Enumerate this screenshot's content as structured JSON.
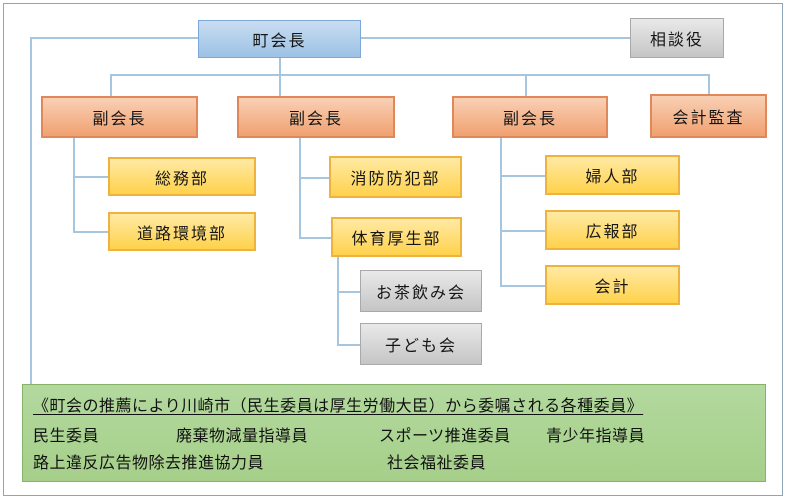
{
  "org_chart": {
    "root": {
      "label": "町会長"
    },
    "advisor": {
      "label": "相談役"
    },
    "audit": {
      "label": "会計監査"
    },
    "branches": [
      {
        "label": "副会長",
        "children": [
          {
            "label": "総務部"
          },
          {
            "label": "道路環境部"
          }
        ]
      },
      {
        "label": "副会長",
        "children": [
          {
            "label": "消防防犯部"
          },
          {
            "label": "体育厚生部",
            "children": [
              {
                "label": "お茶飲み会"
              },
              {
                "label": "子ども会"
              }
            ]
          }
        ]
      },
      {
        "label": "副会長",
        "children": [
          {
            "label": "婦人部"
          },
          {
            "label": "広報部"
          },
          {
            "label": "会計"
          }
        ]
      }
    ]
  },
  "committee_panel": {
    "heading": "《町会の推薦により川崎市（民生委員は厚生労働大臣）から委嘱される各種委員》",
    "items_row1": [
      "民生委員",
      "廃棄物減量指導員",
      "スポーツ推進委員",
      "青少年指導員"
    ],
    "items_row2": [
      "路上違反広告物除去推進協力員",
      "社会福祉委員"
    ]
  },
  "colors": {
    "chairman_fill": "#9cc2e5",
    "vice_chair_fill": "#f0a170",
    "department_fill": "#ffd24c",
    "advisor_fill": "#c5c5c5",
    "panel_fill": "#a9d18e",
    "connector": "#a6c5df"
  }
}
